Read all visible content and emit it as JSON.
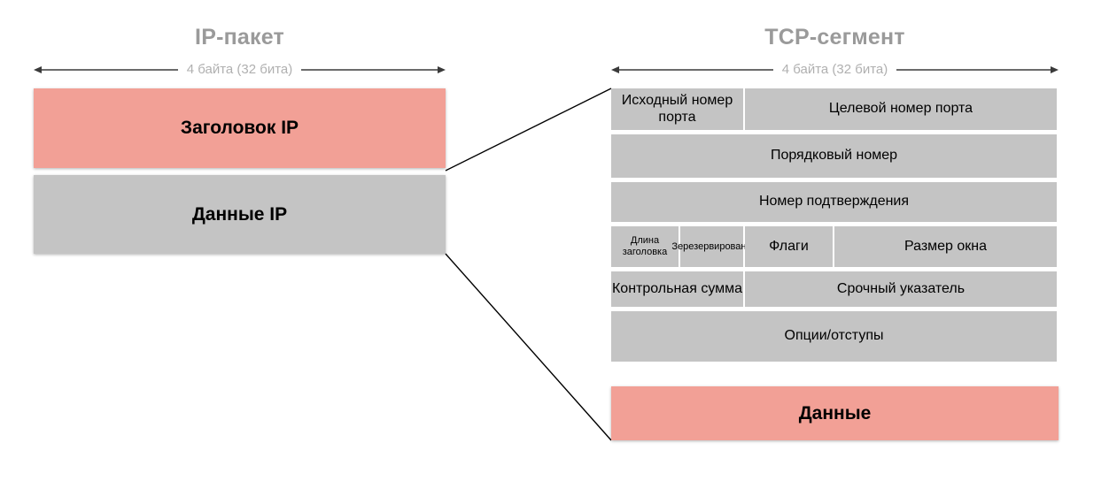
{
  "diagram": {
    "background_color": "#ffffff",
    "salmon_color": "#f2a096",
    "gray_color": "#c4c4c4",
    "title_color": "#9a9a9a",
    "label_color": "#b0b0b0"
  },
  "ip_panel": {
    "title": "IP-пакет",
    "width_label": "4 байта (32 бита)",
    "blocks": [
      {
        "label": "Заголовок IP",
        "fill": "salmon"
      },
      {
        "label": "Данные IP",
        "fill": "gray"
      }
    ]
  },
  "tcp_panel": {
    "title": "TCP-сегмент",
    "width_label": "4 байта (32 бита)",
    "header_rows": [
      {
        "cells": [
          {
            "label": "Исходный номер порта",
            "span": 2
          },
          {
            "label": "Целевой номер порта",
            "span": 2
          }
        ]
      },
      {
        "cells": [
          {
            "label": "Порядковый номер",
            "span": 4
          }
        ]
      },
      {
        "cells": [
          {
            "label": "Номер подтверждения",
            "span": 4
          }
        ]
      },
      {
        "cells": [
          {
            "label": "Длина заголовка",
            "small": true
          },
          {
            "label": "Зерезервировано",
            "small": true
          },
          {
            "label": "Флаги"
          },
          {
            "label": "Размер окна"
          }
        ]
      },
      {
        "cells": [
          {
            "label": "Контрольная сумма",
            "span": 2
          },
          {
            "label": "Срочный указатель",
            "span": 2
          }
        ]
      },
      {
        "cells": [
          {
            "label": "Опции/отступы",
            "span": 4
          }
        ]
      }
    ],
    "data_block": {
      "label": "Данные",
      "fill": "salmon"
    }
  }
}
